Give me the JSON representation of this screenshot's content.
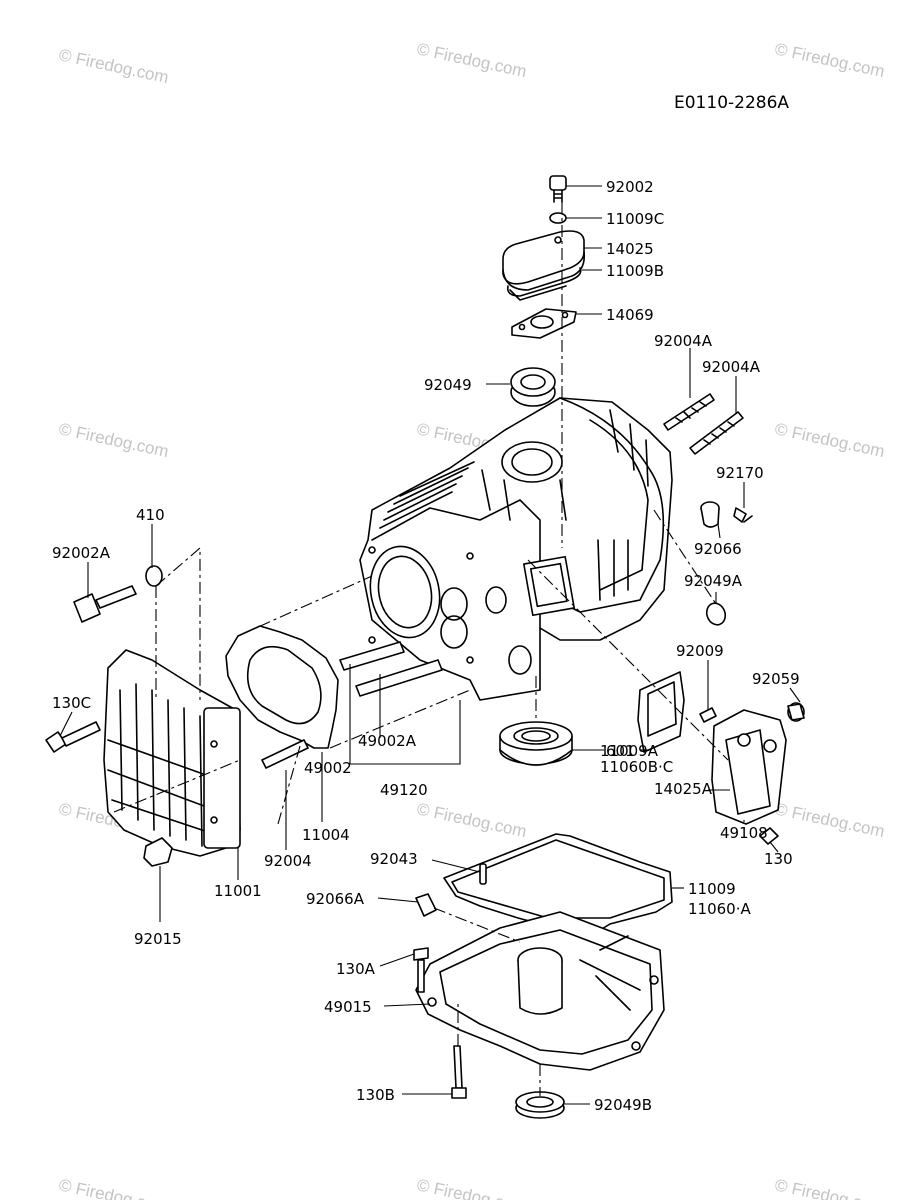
{
  "diagram_id": "E0110-2286A",
  "watermark_text": "© Firedog.com",
  "part_numbers": {
    "p92002": "92002",
    "p11009C": "11009C",
    "p14025": "14025",
    "p11009B": "11009B",
    "p14069": "14069",
    "p92004A_1": "92004A",
    "p92004A_2": "92004A",
    "p92049": "92049",
    "p92170": "92170",
    "p410": "410",
    "p92002A": "92002A",
    "p92066": "92066",
    "p92049A": "92049A",
    "p92009": "92009",
    "p92059": "92059",
    "p130C": "130C",
    "p49002A": "49002A",
    "p601": "601",
    "p49002": "49002",
    "p49120": "49120",
    "p11009A": "11009A",
    "p11060BC": "11060B·C",
    "p14025A": "14025A",
    "p49108": "49108",
    "p130": "130",
    "p11004": "11004",
    "p92004": "92004",
    "p92043": "92043",
    "p11001": "11001",
    "p92066A": "92066A",
    "p11009": "11009",
    "p11060A": "11060·A",
    "p92015": "92015",
    "p130A": "130A",
    "p49015": "49015",
    "p130B": "130B",
    "p92049B": "92049B"
  }
}
